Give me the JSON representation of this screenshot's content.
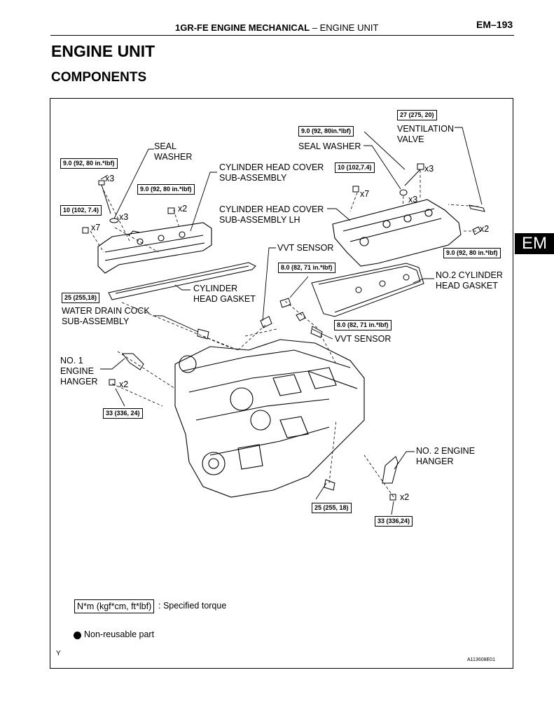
{
  "header": {
    "section_bold": "1GR-FE ENGINE MECHANICAL",
    "separator": "–",
    "section_sub": "ENGINE UNIT",
    "page_number": "EM–193"
  },
  "title": "ENGINE UNIT",
  "subtitle": "COMPONENTS",
  "side_tab": "EM",
  "labels": {
    "seal_washer_left": "SEAL\nWASHER",
    "cyl_head_cover": "CYLINDER HEAD COVER\nSUB-ASSEMBLY",
    "cyl_head_cover_lh": "CYLINDER HEAD COVER\nSUB-ASSEMBLY LH",
    "ventilation_valve": "VENTILATION\nVALVE",
    "seal_washer_right": "SEAL WASHER",
    "vvt_sensor_top": "VVT SENSOR",
    "no2_cyl_head_gasket": "NO.2 CYLINDER\nHEAD GASKET",
    "cyl_head_gasket": "CYLINDER\nHEAD GASKET",
    "water_drain_cock": "WATER DRAIN COCK\nSUB-ASSEMBLY",
    "vvt_sensor_bottom": "VVT SENSOR",
    "no1_engine_hanger": "NO. 1\nENGINE\nHANGER",
    "no2_engine_hanger": "NO. 2 ENGINE\nHANGER"
  },
  "quantities": {
    "q1": "x3",
    "q2": "x3",
    "q3": "x7",
    "q4": "x2",
    "q5": "x3",
    "q6": "x7",
    "q7": "x3",
    "q8": "x2",
    "q9": "x2",
    "q10": "x2"
  },
  "torques": {
    "t1": "9.0 (92, 80 in.*lbf)",
    "t2": "9.0 (92, 80 in.*lbf)",
    "t3": "10 (102, 7.4)",
    "t4": "25 (255,18)",
    "t5": "27 (275, 20)",
    "t6": "9.0 (92, 80in.*lbf)",
    "t7": "10 (102,7.4)",
    "t8": "9.0 (92, 80 in.*lbf)",
    "t9": "8.0 (82, 71 in.*lbf)",
    "t10": "8.0 (82, 71 in.*lbf)",
    "t11": "33 (336, 24)",
    "t12": "25 (255, 18)",
    "t13": "33 (336,24)"
  },
  "legend": {
    "torque_unit": "N*m (kgf*cm, ft*lbf)",
    "torque_desc": ": Specified torque",
    "non_reusable": "Non-reusable part"
  },
  "footer": {
    "mark": "Y",
    "figure_id": "A113608E01"
  }
}
